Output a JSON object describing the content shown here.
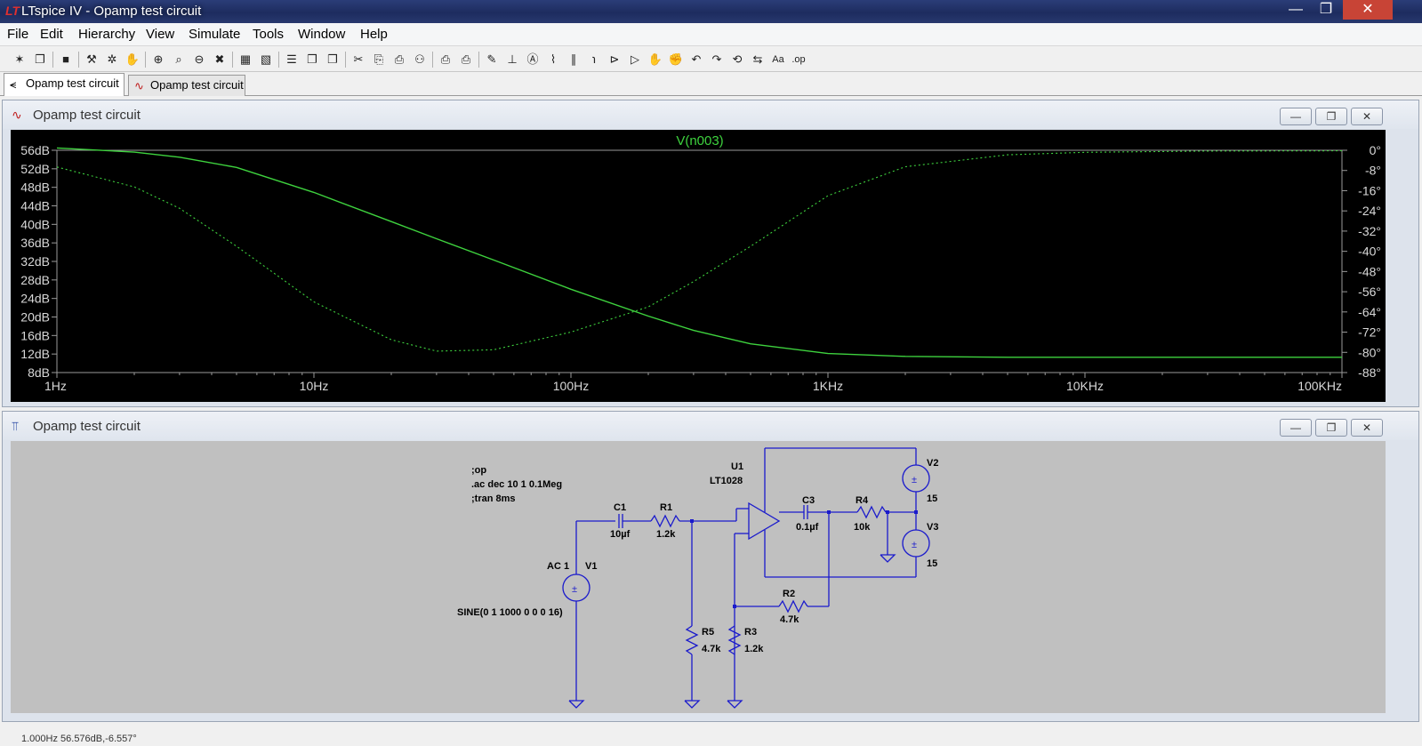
{
  "window": {
    "title": "LTspice IV - Opamp test circuit",
    "app_icon": "ltspice-logo-icon",
    "minimize": "—",
    "restore": "❐",
    "close": "✕"
  },
  "menu": [
    "File",
    "Edit",
    "Hierarchy",
    "View",
    "Simulate",
    "Tools",
    "Window",
    "Help"
  ],
  "toolbar_icons": [
    "new-schematic-icon",
    "open-icon",
    "save-icon",
    "control-panel-icon",
    "run-icon",
    "halt-icon",
    "zoom-in-icon",
    "zoom-area-icon",
    "zoom-out-icon",
    "zoom-fit-icon",
    "autorange-icon",
    "plot-settings-icon",
    "tile-horizontal-icon",
    "cascade-icon",
    "tile-icon",
    "cut-icon",
    "copy-icon",
    "paste-icon",
    "find-icon",
    "print-preview-icon",
    "print-icon",
    "wire-icon",
    "ground-icon",
    "label-net-icon",
    "resistor-icon",
    "capacitor-icon",
    "inductor-icon",
    "diode-icon",
    "component-icon",
    "move-icon",
    "drag-icon",
    "undo-icon",
    "redo-icon",
    "rotate-icon",
    "mirror-icon",
    "text-icon",
    "spice-directive-icon"
  ],
  "toolbar_glyphs": [
    "✶",
    "❐",
    "■",
    "⚒",
    "✲",
    "✋",
    "⊕",
    "⌕",
    "⊖",
    "✖",
    "▦",
    "▧",
    "☰",
    "❐",
    "❐",
    "✂",
    "⎘",
    "⎙",
    "⚇",
    "⎙",
    "⎙",
    "✎",
    "⊥",
    "Ⓐ",
    "⌇",
    "∥",
    "℩",
    "⊳",
    "▷",
    "✋",
    "✊",
    "↶",
    "↷",
    "⟲",
    "⇆",
    "Aa",
    ".op"
  ],
  "tabs": [
    {
      "label": "Opamp test circuit",
      "icon": "schematic-icon",
      "glyph": "⪪",
      "active": true
    },
    {
      "label": "Opamp test circuit",
      "icon": "waveform-icon",
      "glyph": "∿",
      "active": false
    }
  ],
  "plot_pane": {
    "title": "Opamp test circuit",
    "icon": "waveform-icon",
    "buttons": [
      "—",
      "❐",
      "✕"
    ]
  },
  "schematic_pane": {
    "title": "Opamp test circuit",
    "icon": "schematic-icon",
    "buttons": [
      "—",
      "❐",
      "✕"
    ],
    "directives": [
      ";op",
      ".ac dec 10 1 0.1Meg",
      ";tran 8ms"
    ],
    "components": {
      "v1": {
        "name": "V1",
        "ac": "AC 1",
        "value": "SINE(0 1 1000 0 0 0 16)"
      },
      "c1": {
        "name": "C1",
        "value": "10µf"
      },
      "r1": {
        "name": "R1",
        "value": "1.2k"
      },
      "u1": {
        "name": "U1",
        "value": "LT1028"
      },
      "c3": {
        "name": "C3",
        "value": "0.1µf"
      },
      "r4": {
        "name": "R4",
        "value": "10k"
      },
      "v2": {
        "name": "V2",
        "value": "15"
      },
      "v3": {
        "name": "V3",
        "value": "15"
      },
      "r2": {
        "name": "R2",
        "value": "4.7k"
      },
      "r5": {
        "name": "R5",
        "value": "4.7k"
      },
      "r3": {
        "name": "R3",
        "value": "1.2k"
      }
    }
  },
  "status_bar": {
    "text": "1.000Hz    56.576dB,-6.557°"
  },
  "chart_data": {
    "type": "line",
    "title": "V(n003)",
    "x_scale": "log",
    "x_ticks": [
      "1Hz",
      "10Hz",
      "100Hz",
      "1KHz",
      "10KHz",
      "100KHz"
    ],
    "x_tick_values": [
      1,
      10,
      100,
      1000,
      10000,
      100000
    ],
    "xlim": [
      1,
      100000
    ],
    "y_left_ticks": [
      "56dB",
      "52dB",
      "48dB",
      "44dB",
      "40dB",
      "36dB",
      "32dB",
      "28dB",
      "24dB",
      "20dB",
      "16dB",
      "12dB",
      "8dB"
    ],
    "y_left_values": [
      56,
      52,
      48,
      44,
      40,
      36,
      32,
      28,
      24,
      20,
      16,
      12,
      8
    ],
    "ylim_left": [
      8,
      56
    ],
    "y_right_ticks": [
      "0°",
      "-8°",
      "-16°",
      "-24°",
      "-32°",
      "-40°",
      "-48°",
      "-56°",
      "-64°",
      "-72°",
      "-80°",
      "-88°"
    ],
    "y_right_values": [
      0,
      -8,
      -16,
      -24,
      -32,
      -40,
      -48,
      -56,
      -64,
      -72,
      -80,
      -88
    ],
    "ylim_right": [
      -88,
      0
    ],
    "trace_color": "#3ed23e",
    "background": "#000000",
    "series": [
      {
        "axis": "left",
        "style": "solid",
        "x": [
          1,
          2,
          3,
          5,
          10,
          20,
          30,
          50,
          100,
          200,
          300,
          500,
          1000,
          2000,
          5000,
          10000,
          30000,
          100000
        ],
        "values": [
          56.5,
          55.6,
          54.5,
          52.3,
          46.9,
          40.6,
          36.9,
          32.3,
          26.0,
          20.2,
          17.1,
          14.2,
          12.1,
          11.5,
          11.3,
          11.3,
          11.3,
          11.3
        ]
      },
      {
        "axis": "right",
        "style": "dashed",
        "x": [
          1,
          2,
          3,
          5,
          10,
          20,
          30,
          50,
          100,
          200,
          300,
          500,
          1000,
          2000,
          5000,
          10000,
          30000,
          100000
        ],
        "values": [
          -6.6,
          -14.5,
          -23,
          -38,
          -60,
          -75,
          -79.5,
          -79,
          -72,
          -62,
          -52,
          -38,
          -18,
          -6.5,
          -1.8,
          -0.8,
          -0.3,
          -0.2
        ]
      }
    ]
  }
}
